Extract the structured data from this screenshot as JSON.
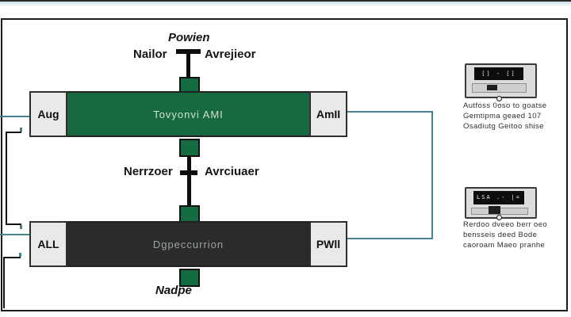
{
  "colors": {
    "amplifier_green": "#17693f",
    "depression_dark": "#2b2b2b",
    "connector_teal": "#47818f",
    "cap_background": "#e9e9e9",
    "frame_border": "#1a1a1a"
  },
  "top_connector": {
    "title": "Powien",
    "left_label": "Nailor",
    "right_label": "Avrejieor"
  },
  "amplifier_bar": {
    "left_cap": "Aug",
    "label": "Tovyonvi AMI",
    "right_cap": "AmII"
  },
  "mid_connector": {
    "left_label": "Nerrzoer",
    "right_label": "Avrciuaer"
  },
  "depression_bar": {
    "left_cap": "ALL",
    "label": "Dgpeccurrion",
    "right_cap": "PWll"
  },
  "bottom_label": "Nadpe",
  "devices": [
    {
      "display_text": "[] - []",
      "caption_lines": [
        "Autfoss 0oso to goatse",
        "Gemtipma geaed 107",
        "Osadiutg Geitoo shise"
      ]
    },
    {
      "display_text": "LSA .- |=",
      "caption_lines": [
        "Rerdoo dveeo berr oeo",
        "bensseis deed Bode",
        "caoroam Maeo pranhe"
      ]
    }
  ]
}
